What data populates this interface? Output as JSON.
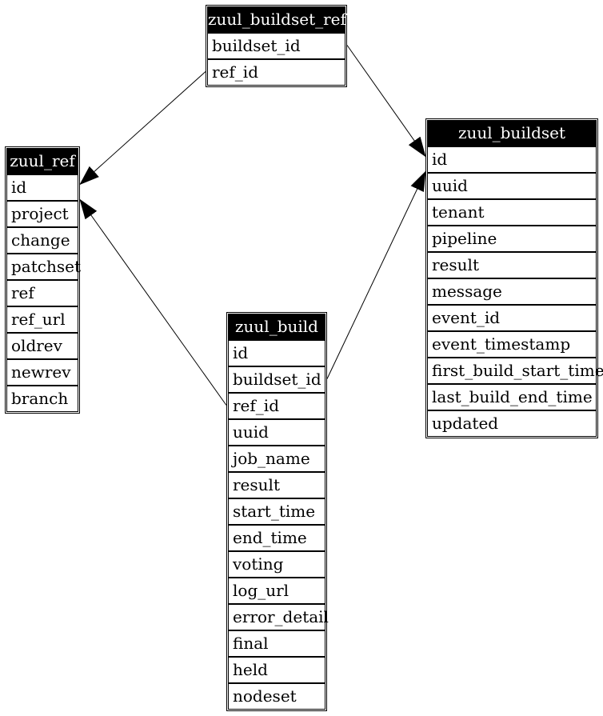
{
  "diagram": {
    "tables": [
      {
        "name": "zuul_buildset_ref",
        "fields": [
          "buildset_id",
          "ref_id"
        ]
      },
      {
        "name": "zuul_ref",
        "fields": [
          "id",
          "project",
          "change",
          "patchset",
          "ref",
          "ref_url",
          "oldrev",
          "newrev",
          "branch"
        ]
      },
      {
        "name": "zuul_buildset",
        "fields": [
          "id",
          "uuid",
          "tenant",
          "pipeline",
          "result",
          "message",
          "event_id",
          "event_timestamp",
          "first_build_start_time",
          "last_build_end_time",
          "updated"
        ]
      },
      {
        "name": "zuul_build",
        "fields": [
          "id",
          "buildset_id",
          "ref_id",
          "uuid",
          "job_name",
          "result",
          "start_time",
          "end_time",
          "voting",
          "log_url",
          "error_detail",
          "final",
          "held",
          "nodeset"
        ]
      }
    ],
    "edges": [
      {
        "from_table": "zuul_buildset_ref",
        "from_field": "ref_id",
        "to_table": "zuul_ref",
        "to_field": "id"
      },
      {
        "from_table": "zuul_buildset_ref",
        "from_field": "buildset_id",
        "to_table": "zuul_buildset",
        "to_field": "id"
      },
      {
        "from_table": "zuul_build",
        "from_field": "ref_id",
        "to_table": "zuul_ref",
        "to_field": "id"
      },
      {
        "from_table": "zuul_build",
        "from_field": "buildset_id",
        "to_table": "zuul_buildset",
        "to_field": "id"
      }
    ],
    "colors": {
      "background": "#ffffff",
      "header_bg": "#000000",
      "header_text": "#ffffff",
      "cell_bg": "#ffffff",
      "border": "#000000",
      "edge": "#000000"
    }
  }
}
